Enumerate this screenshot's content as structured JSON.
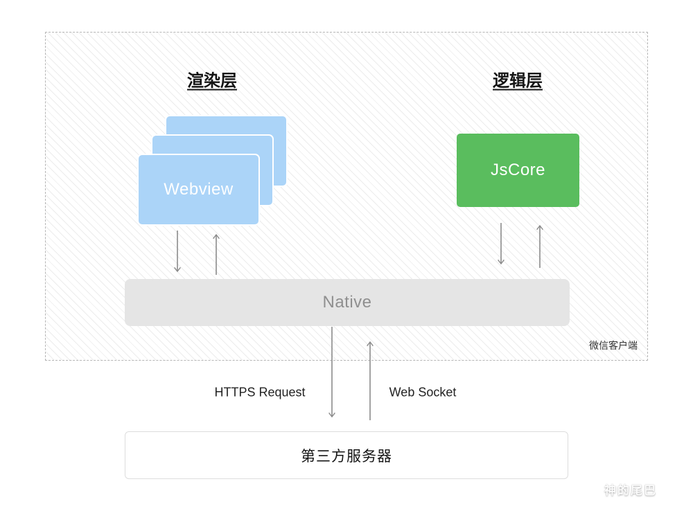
{
  "client_container": {
    "label": "微信客户端",
    "render_layer": {
      "title": "渲染层",
      "webview_label": "Webview"
    },
    "logic_layer": {
      "title": "逻辑层",
      "jscore_label": "JsCore"
    },
    "native_label": "Native"
  },
  "connections": {
    "https_label": "HTTPS Request",
    "websocket_label": "Web Socket"
  },
  "server": {
    "label": "第三方服务器"
  },
  "watermark": "神的尾巴",
  "colors": {
    "webview_blue": "#abd4f8",
    "jscore_green": "#5abd5e",
    "native_gray": "#e5e5e5",
    "arrow_gray": "#8a8a8a",
    "dashed_border": "#b5b5b5",
    "hatch_line": "#ececec"
  }
}
